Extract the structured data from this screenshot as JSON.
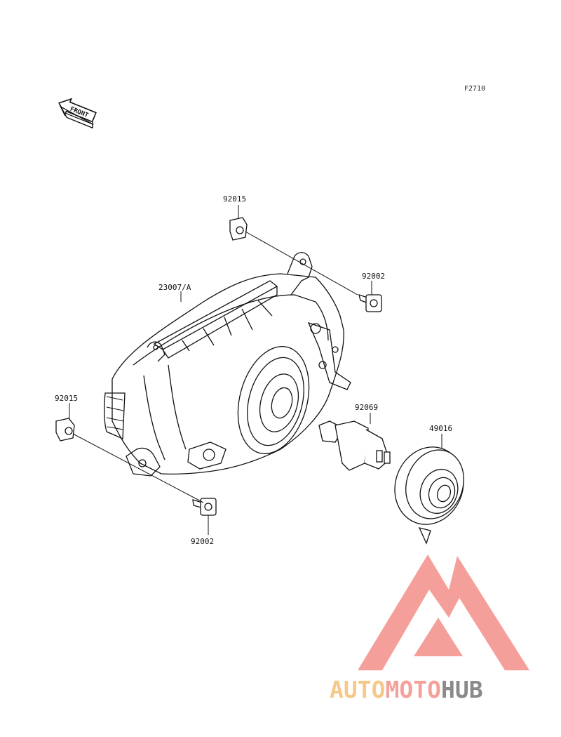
{
  "figure_code": "F2710",
  "front_arrow_label": "FRONT",
  "parts": {
    "headlight": "23007/A",
    "nut_top": "92015",
    "nut_left": "92015",
    "bolt_top": "92002",
    "bolt_bottom": "92002",
    "bulb": "92069",
    "cover": "49016"
  },
  "watermark": {
    "auto": "AUTO",
    "moto": "MOTO",
    "hub": "HUB",
    "colors": {
      "auto": "#f6c98a",
      "moto": "#f4a19c",
      "hub": "#8a8a8a",
      "triangle": "#f49a95"
    }
  }
}
